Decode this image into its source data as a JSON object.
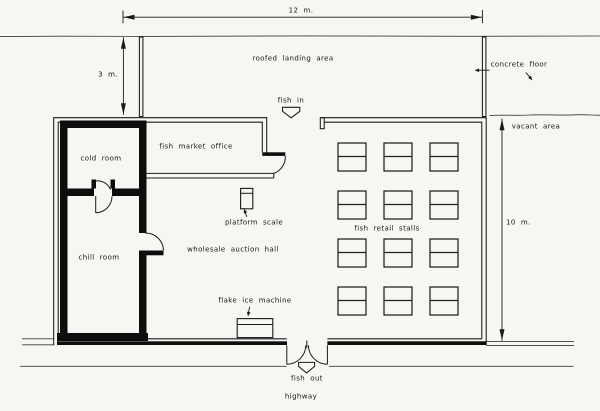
{
  "drawing": {
    "type": "architectural floor plan",
    "subject": "fish market layout"
  },
  "colors": {
    "paper": "#f7f6f2",
    "ink": "#1a1a1a",
    "wall_fill": "#0d0d0d"
  },
  "dimensions": {
    "top_width": "12 m.",
    "landing_depth": "3 m.",
    "hall_depth": "10 m."
  },
  "labels": {
    "roofed_landing_area": "roofed landing area",
    "concrete_floor": "concrete floor",
    "fish_in": "fish in",
    "vacant_area": "vacant area",
    "fish_market_office": "fish market office",
    "cold_room": "cold room",
    "platform_scale": "platform scale",
    "fish_retail_stalls": "fish retail stalls",
    "wholesale_auction_hall": "wholesale auction hall",
    "chill_room": "chill room",
    "flake_ice_machine": "flake ice machine",
    "fish_out": "fish out",
    "highway": "highway"
  },
  "stalls": {
    "rows": 4,
    "cols": 3,
    "col_x": [
      338,
      384,
      430
    ],
    "row_y": [
      143,
      191,
      239,
      287
    ],
    "width": 28,
    "height": 28,
    "divider_offset": 13.5
  }
}
